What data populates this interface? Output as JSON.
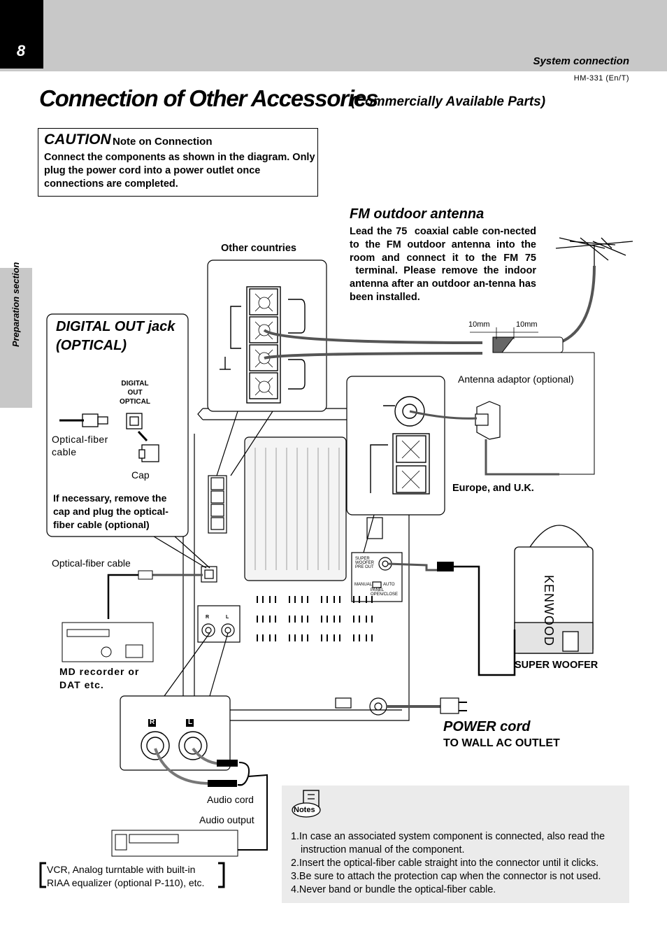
{
  "header": {
    "page_number": "8",
    "section": "System connection",
    "model": "HM-331 (En/T)"
  },
  "sidebar": {
    "label": "Preparation section"
  },
  "title": {
    "main": "Connection of Other Accessories",
    "sub": "(Commercially Available Parts)"
  },
  "caution": {
    "label": "CAUTION",
    "note": "Note on Connection",
    "body": "Connect the components as shown in the diagram. Only plug the power cord into a power outlet once connections are completed."
  },
  "fm": {
    "title": "FM outdoor antenna",
    "body": "Lead the 75  coaxial cable con-nected to the FM outdoor antenna into the room and connect it to the FM 75  terminal. Please remove the indoor antenna after an outdoor an-tenna has been installed.",
    "dim_a": "10mm",
    "dim_b": "10mm",
    "adaptor": "Antenna adaptor (optional)"
  },
  "regions": {
    "other": "Other countries",
    "europe": "Europe, and U.K."
  },
  "digital": {
    "title_line1": "DIGITAL OUT jack",
    "title_line2": "(OPTICAL)",
    "jack_line1": "DIGITAL",
    "jack_line2": "OUT",
    "jack_line3": "OPTICAL",
    "cable_label_1": "Optical-fiber",
    "cable_label_2": "cable",
    "cap": "Cap",
    "instruction": "If necessary, remove the cap and plug the optical-fiber cable (optional)",
    "cable_main": "Optical-fiber cable"
  },
  "devices": {
    "md": "MD recorder or DAT etc.",
    "super_woofer": "SUPER WOOFER",
    "woofer_brand": "KENWOOD",
    "audio_cord": "Audio cord",
    "audio_output": "Audio output",
    "vcr": "VCR, Analog turntable with built-in RIAA equalizer (optional P-110), etc."
  },
  "panel": {
    "sw_line1": "SUPER",
    "sw_line2": "WOOFER",
    "sw_line3": "PRE OUT",
    "manual": "MANUAL",
    "auto": "AUTO",
    "panel_line1": "PANEL",
    "panel_line2": "OPEN/CLOSE",
    "r": "R",
    "l": "L"
  },
  "power": {
    "title": "POWER cord",
    "outlet": "TO WALL AC  OUTLET"
  },
  "notes": {
    "icon_label": "Notes",
    "items": [
      "1.In case an associated system component is connected, also read the instruction manual of the component.",
      "2.Insert the optical-fiber cable straight into the connector until it clicks.",
      "3.Be sure to attach the protection cap when the connector is not used.",
      "4.Never band or bundle the optical-fiber cable."
    ]
  }
}
